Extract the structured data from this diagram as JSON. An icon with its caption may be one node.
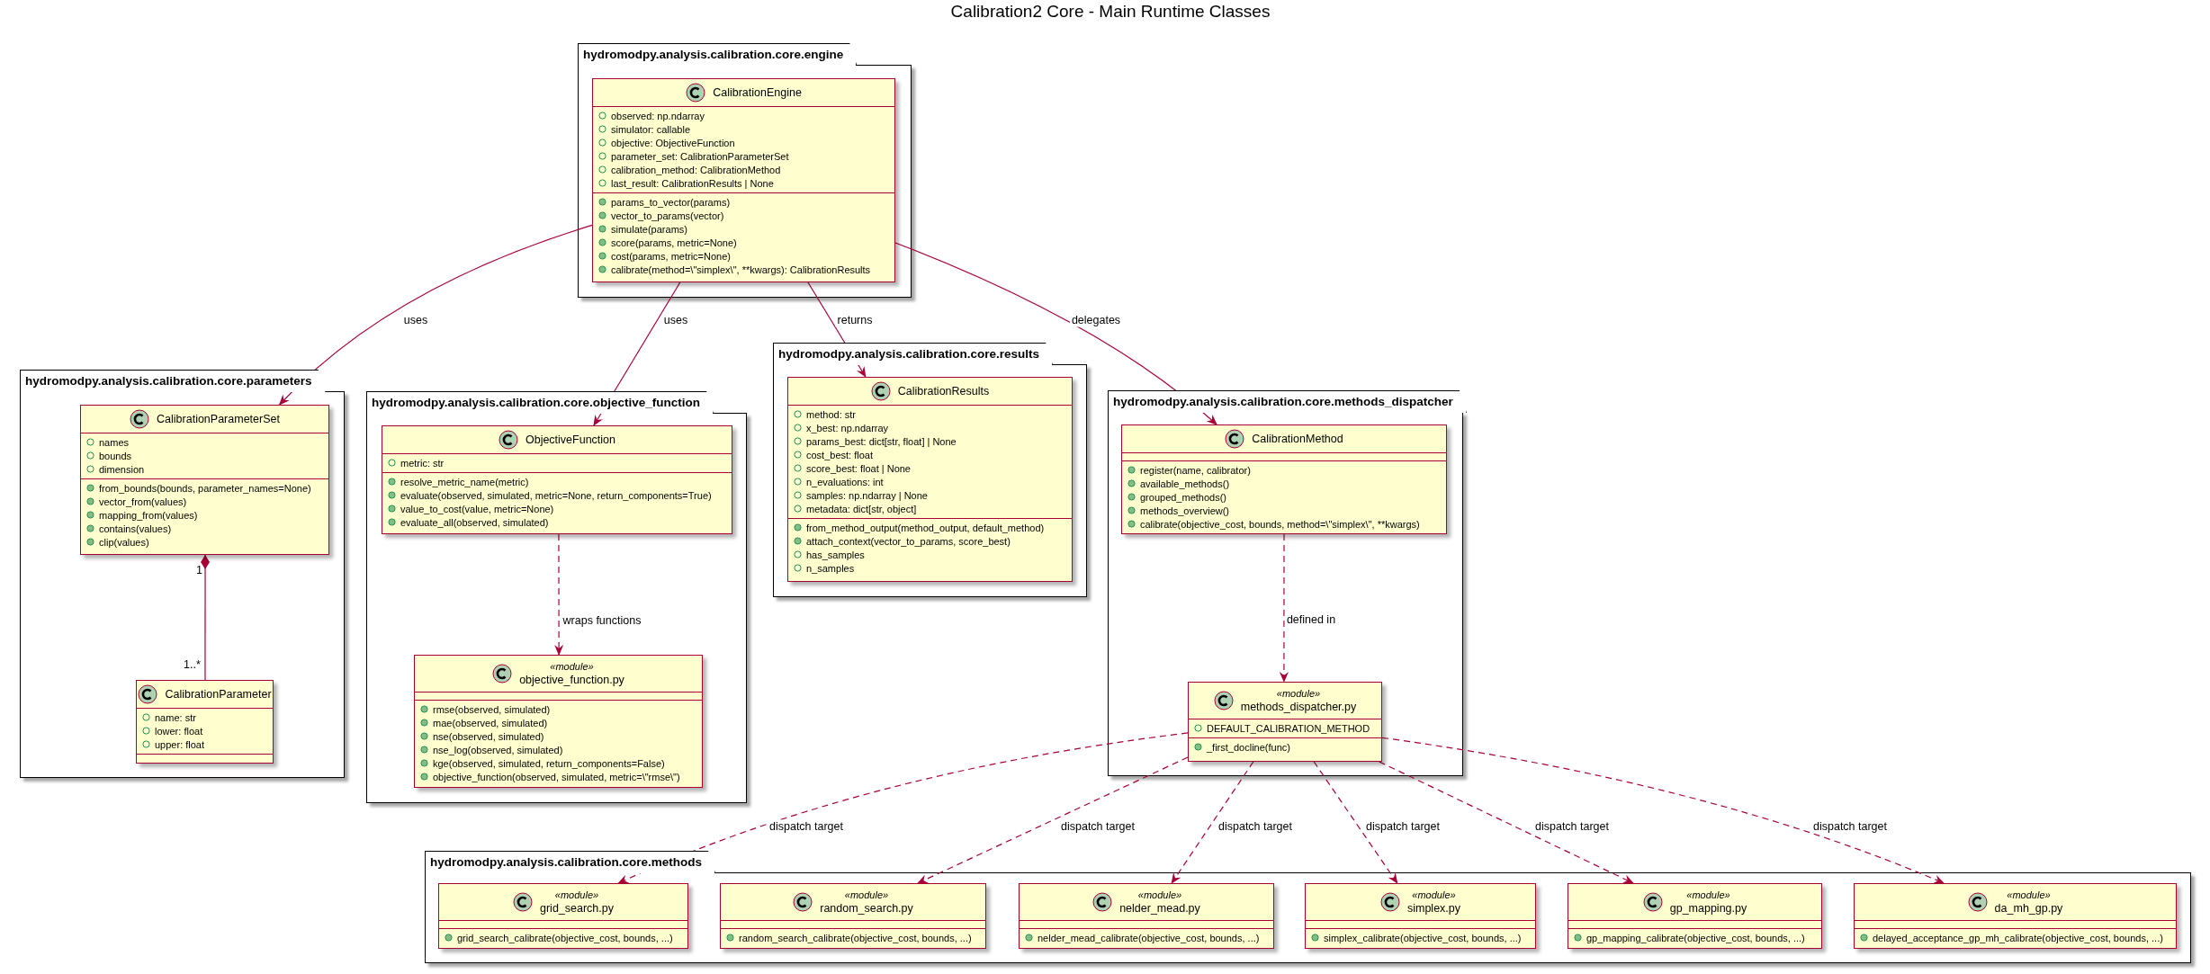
{
  "diagram": {
    "title": "Calibration2 Core - Main Runtime Classes",
    "nodes": [
      {
        "text": [
          "hydromodpy.analysis.calibration.core.engine"
        ]
      },
      {
        "text": [
          "CalibrationEngine",
          "observed: np.ndarray",
          "simulator: callable",
          "objective: ObjectiveFunction",
          "parameter_set: CalibrationParameterSet",
          "calibration_method: CalibrationMethod",
          "last_result: CalibrationResults | None",
          "params_to_vector(params)",
          "vector_to_params(vector)",
          "simulate(params)",
          "score(params, metric=None)",
          "cost(params, metric=None)",
          "calibrate(method=\\\"simplex\\\", **kwargs): CalibrationResults"
        ],
        "in": 0
      },
      {
        "text": [
          "hydromodpy.analysis.calibration.core.parameters"
        ]
      },
      {
        "text": [
          "CalibrationParameterSet",
          "names",
          "bounds",
          "dimension",
          "from_bounds(bounds, parameter_names=None)",
          "vector_from(values)",
          "mapping_from(values)",
          "contains(values)",
          "clip(values)"
        ],
        "in": 2
      },
      {
        "text": [
          "CalibrationParameter",
          "name: str",
          "lower: float",
          "upper: float"
        ],
        "in": 2
      },
      {
        "text": [
          "hydromodpy.analysis.calibration.core.objective_function"
        ]
      },
      {
        "text": [
          "ObjectiveFunction",
          "metric: str",
          "resolve_metric_name(metric)",
          "evaluate(observed, simulated, metric=None, return_components=True)",
          "value_to_cost(value, metric=None)",
          "evaluate_all(observed, simulated)"
        ],
        "in": 5
      },
      {
        "text": [
          "«module»",
          "objective_function.py",
          "rmse(observed, simulated)",
          "mae(observed, simulated)",
          "nse(observed, simulated)",
          "nse_log(observed, simulated)",
          "kge(observed, simulated, return_components=False)",
          "objective_function(observed, simulated, metric=\\\"rmse\\\")"
        ],
        "in": 5
      },
      {
        "text": [
          "hydromodpy.analysis.calibration.core.results"
        ]
      },
      {
        "text": [
          "CalibrationResults",
          "method: str",
          "x_best: np.ndarray",
          "params_best: dict[str, float] | None",
          "cost_best: float",
          "score_best: float | None",
          "n_evaluations: int",
          "samples: np.ndarray | None",
          "metadata: dict[str, object]",
          "from_method_output(method_output, default_method)",
          "attach_context(vector_to_params, score_best)",
          "has_samples",
          "n_samples"
        ],
        "in": 8
      },
      {
        "text": [
          "hydromodpy.analysis.calibration.core.methods_dispatcher"
        ]
      },
      {
        "text": [
          "CalibrationMethod",
          "register(name, calibrator)",
          "available_methods()",
          "grouped_methods()",
          "methods_overview()",
          "calibrate(objective_cost, bounds, method=\\\"simplex\\\", **kwargs)"
        ],
        "in": 10
      },
      {
        "text": [
          "«module»",
          "methods_dispatcher.py",
          "DEFAULT_CALIBRATION_METHOD",
          "_first_docline(func)"
        ],
        "in": 10
      },
      {
        "text": [
          "hydromodpy.analysis.calibration.core.methods"
        ]
      },
      {
        "text": [
          "«module»",
          "grid_search.py",
          "grid_search_calibrate(objective_cost, bounds, ...)"
        ],
        "in": 13
      },
      {
        "text": [
          "«module»",
          "random_search.py",
          "random_search_calibrate(objective_cost, bounds, ...)"
        ],
        "in": 13
      },
      {
        "text": [
          "«module»",
          "nelder_mead.py",
          "nelder_mead_calibrate(objective_cost, bounds, ...)"
        ],
        "in": 13
      },
      {
        "text": [
          "«module»",
          "simplex.py",
          "simplex_calibrate(objective_cost, bounds, ...)"
        ],
        "in": 13
      },
      {
        "text": [
          "«module»",
          "gp_mapping.py",
          "gp_mapping_calibrate(objective_cost, bounds, ...)"
        ],
        "in": 13
      },
      {
        "text": [
          "«module»",
          "da_mh_gp.py",
          "delayed_acceptance_gp_mh_calibrate(objective_cost, bounds, ...)"
        ],
        "in": 13
      }
    ],
    "edges": [
      {
        "from": 1,
        "to": 3,
        "arrow": "to",
        "label": "uses"
      },
      {
        "from": 1,
        "to": 6,
        "arrow": "to",
        "label": "uses"
      },
      {
        "from": 1,
        "to": 9,
        "arrow": "to",
        "label": "returns"
      },
      {
        "from": 1,
        "to": 11,
        "arrow": "to",
        "label": "delegates"
      },
      {
        "from": 3,
        "to": 4,
        "arrow": "other"
      },
      {
        "from": 6,
        "to": 7,
        "arrow": "to",
        "label": "wraps functions",
        "style": "dashed"
      },
      {
        "from": 11,
        "to": 12,
        "arrow": "to",
        "label": "defined in",
        "style": "dashed"
      },
      {
        "from": 12,
        "to": 14,
        "arrow": "to",
        "label": "dispatch target",
        "style": "dashed"
      },
      {
        "from": 12,
        "to": 15,
        "arrow": "to",
        "label": "dispatch target",
        "style": "dashed"
      },
      {
        "from": 12,
        "to": 16,
        "arrow": "to",
        "label": "dispatch target",
        "style": "dashed"
      },
      {
        "from": 12,
        "to": 17,
        "arrow": "to",
        "label": "dispatch target",
        "style": "dashed"
      },
      {
        "from": 12,
        "to": 18,
        "arrow": "to",
        "label": "dispatch target",
        "style": "dashed"
      },
      {
        "from": 12,
        "to": 19,
        "arrow": "to",
        "label": "dispatch target",
        "style": "dashed"
      }
    ],
    "labels": [
      "1",
      "1..*"
    ]
  }
}
